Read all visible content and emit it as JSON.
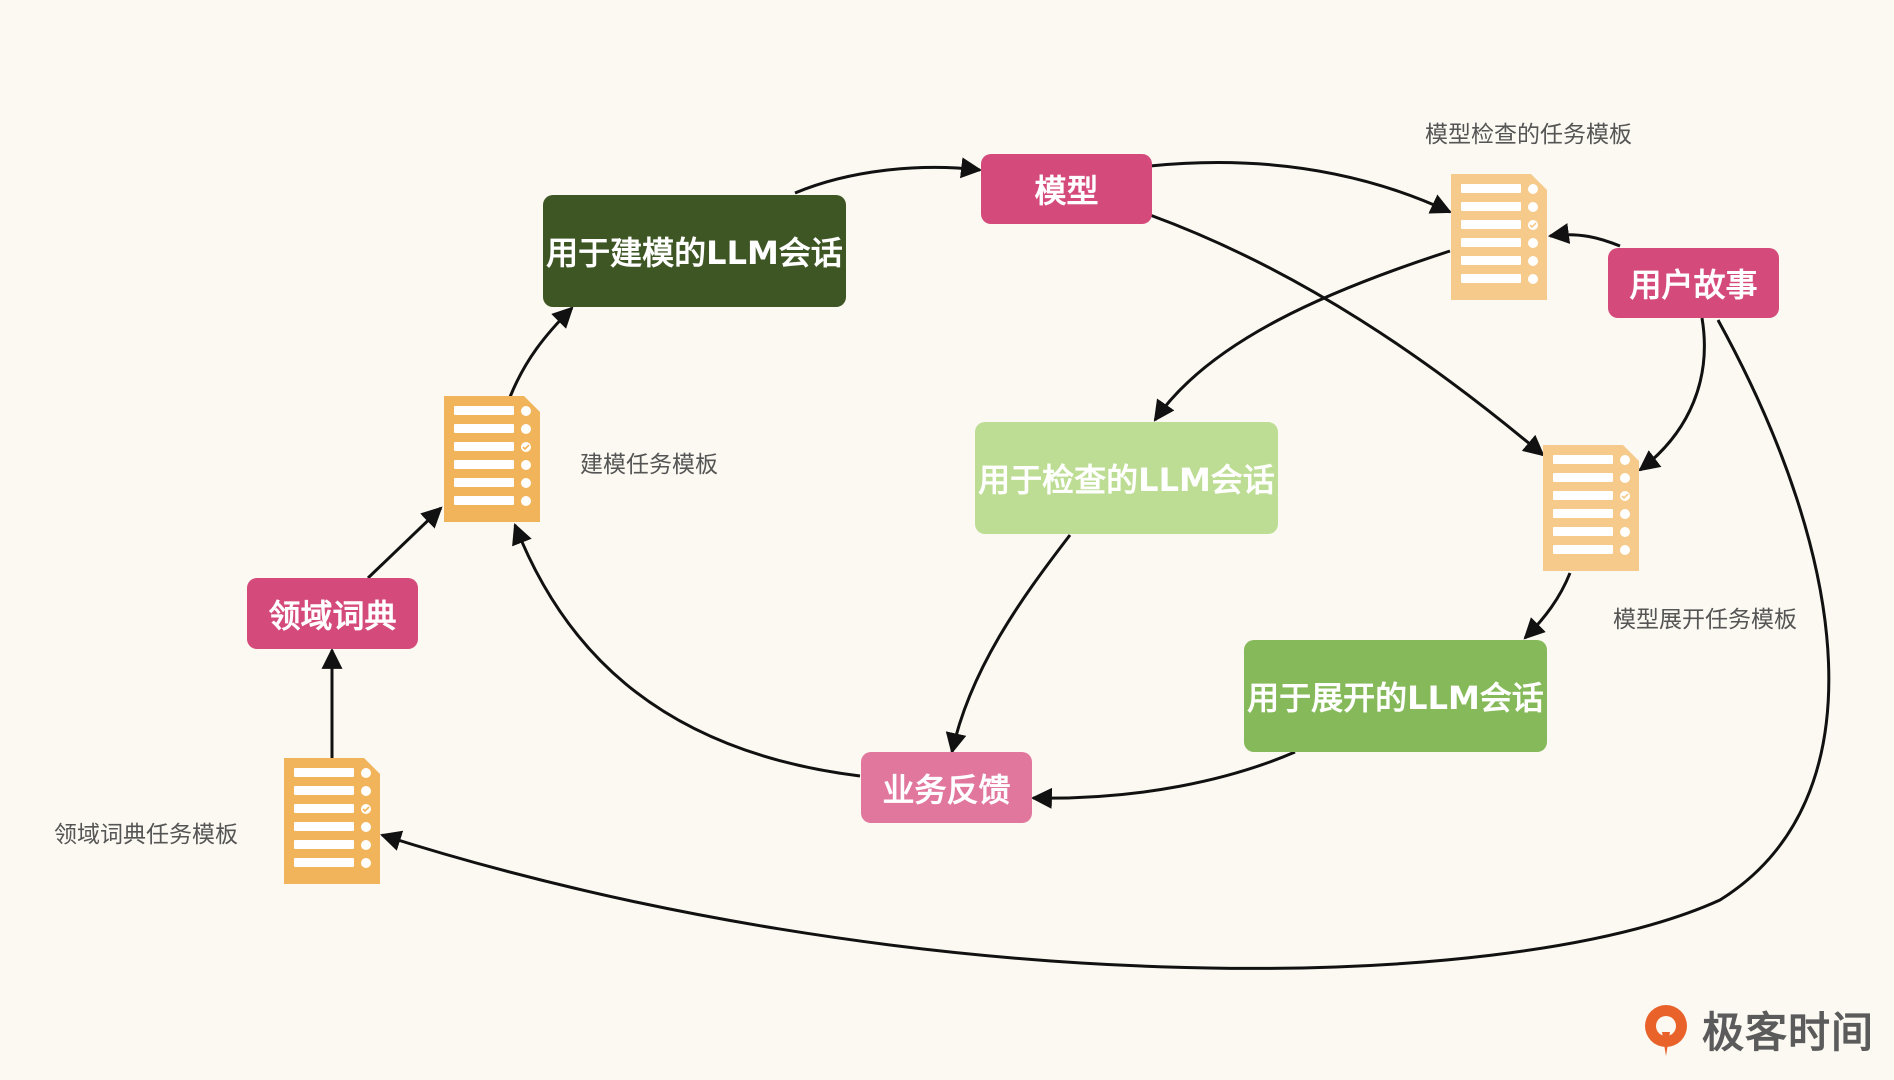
{
  "nodes": {
    "modeling_session": "用于建模的LLM会话",
    "model": "模型",
    "user_story": "用户故事",
    "check_session": "用于检查的LLM会话",
    "expand_session": "用于展开的LLM会话",
    "business_feedback": "业务反馈",
    "domain_glossary": "领域词典"
  },
  "templates": {
    "model_check": "模型检查的任务模板",
    "modeling": "建模任务模板",
    "model_expand": "模型展开任务模板",
    "glossary": "领域词典任务模板"
  },
  "brand": {
    "name": "极客时间"
  },
  "colors": {
    "pink": "#d44a7a",
    "light_pink": "#e2779e",
    "dark_green": "#3e5524",
    "light_green": "#bedd94",
    "mid_green": "#86b95a",
    "doc_orange": "#f2b45a",
    "doc_orange_light": "#f6ca8a",
    "arrow": "#111111",
    "brand_orange": "#e8622a"
  }
}
